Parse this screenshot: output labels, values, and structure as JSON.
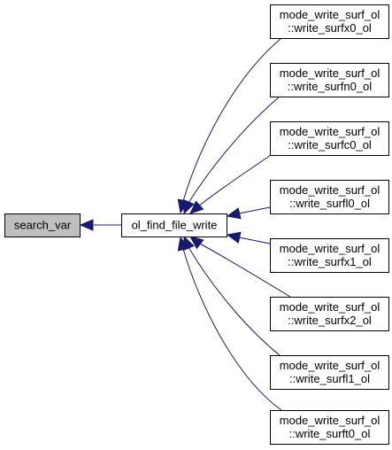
{
  "graph": {
    "colors": {
      "edge": "#191970",
      "focus_fill": "#bfbfbf",
      "node_fill": "#ffffff",
      "node_stroke": "#000000"
    },
    "nodes": [
      {
        "id": "search_var",
        "lines": [
          "search_var"
        ],
        "focus": true
      },
      {
        "id": "ol_find_file_write",
        "lines": [
          "ol_find_file_write"
        ],
        "focus": false
      },
      {
        "id": "write_surfx0_ol",
        "lines": [
          "mode_write_surf_ol",
          "::write_surfx0_ol"
        ],
        "focus": false
      },
      {
        "id": "write_surfn0_ol",
        "lines": [
          "mode_write_surf_ol",
          "::write_surfn0_ol"
        ],
        "focus": false
      },
      {
        "id": "write_surfc0_ol",
        "lines": [
          "mode_write_surf_ol",
          "::write_surfc0_ol"
        ],
        "focus": false
      },
      {
        "id": "write_surfl0_ol",
        "lines": [
          "mode_write_surf_ol",
          "::write_surfl0_ol"
        ],
        "focus": false
      },
      {
        "id": "write_surfx1_ol",
        "lines": [
          "mode_write_surf_ol",
          "::write_surfx1_ol"
        ],
        "focus": false
      },
      {
        "id": "write_surfx2_ol",
        "lines": [
          "mode_write_surf_ol",
          "::write_surfx2_ol"
        ],
        "focus": false
      },
      {
        "id": "write_surfl1_ol",
        "lines": [
          "mode_write_surf_ol",
          "::write_surfl1_ol"
        ],
        "focus": false
      },
      {
        "id": "write_surft0_ol",
        "lines": [
          "mode_write_surf_ol",
          "::write_surft0_ol"
        ],
        "focus": false
      }
    ],
    "edges": [
      {
        "from": "ol_find_file_write",
        "to": "search_var"
      },
      {
        "from": "write_surfx0_ol",
        "to": "ol_find_file_write"
      },
      {
        "from": "write_surfn0_ol",
        "to": "ol_find_file_write"
      },
      {
        "from": "write_surfc0_ol",
        "to": "ol_find_file_write"
      },
      {
        "from": "write_surfl0_ol",
        "to": "ol_find_file_write"
      },
      {
        "from": "write_surfx1_ol",
        "to": "ol_find_file_write"
      },
      {
        "from": "write_surfx2_ol",
        "to": "ol_find_file_write"
      },
      {
        "from": "write_surfl1_ol",
        "to": "ol_find_file_write"
      },
      {
        "from": "write_surft0_ol",
        "to": "ol_find_file_write"
      }
    ]
  }
}
